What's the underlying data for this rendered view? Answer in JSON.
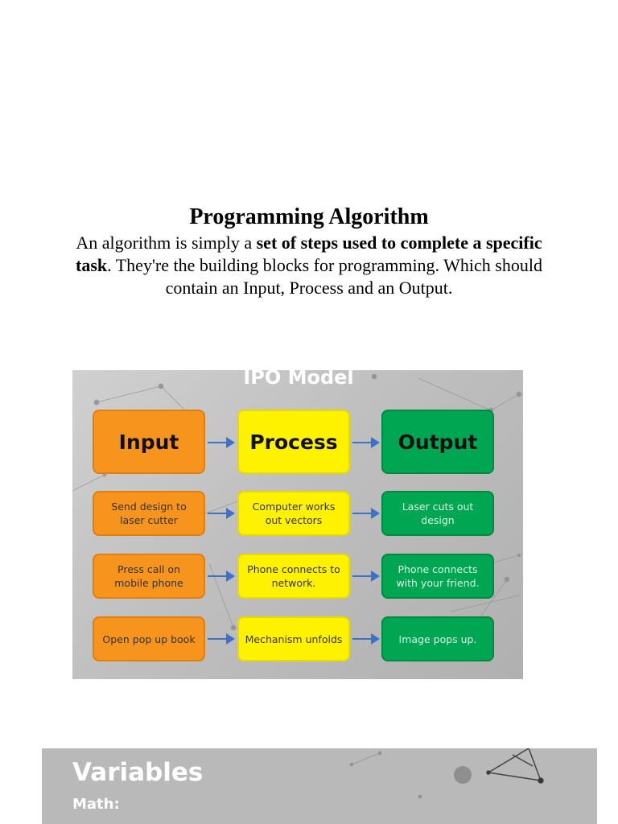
{
  "document": {
    "title": "Programming Algorithm",
    "body_part1": "An algorithm is simply a ",
    "body_bold": "set of steps used to complete a specific task",
    "body_part2": ". They're the building blocks for programming. Which should contain an Input, Process and an Output."
  },
  "ipo_slide": {
    "title": "IPO Model",
    "headers": {
      "input": "Input",
      "process": "Process",
      "output": "Output"
    },
    "rows": [
      {
        "input": "Send design to laser cutter",
        "process": "Computer works out vectors",
        "output": "Laser cuts out design"
      },
      {
        "input": "Press call on mobile phone",
        "process": "Phone connects to network.",
        "output": "Phone connects with your friend."
      },
      {
        "input": "Open pop up book",
        "process": "Mechanism unfolds",
        "output": "Image pops up."
      }
    ],
    "colors": {
      "input": "#f7941d",
      "process": "#fff200",
      "output": "#00a651",
      "arrow": "#3b73c9"
    }
  },
  "next_slide": {
    "title": "Variables",
    "subtitle": "Math:"
  }
}
